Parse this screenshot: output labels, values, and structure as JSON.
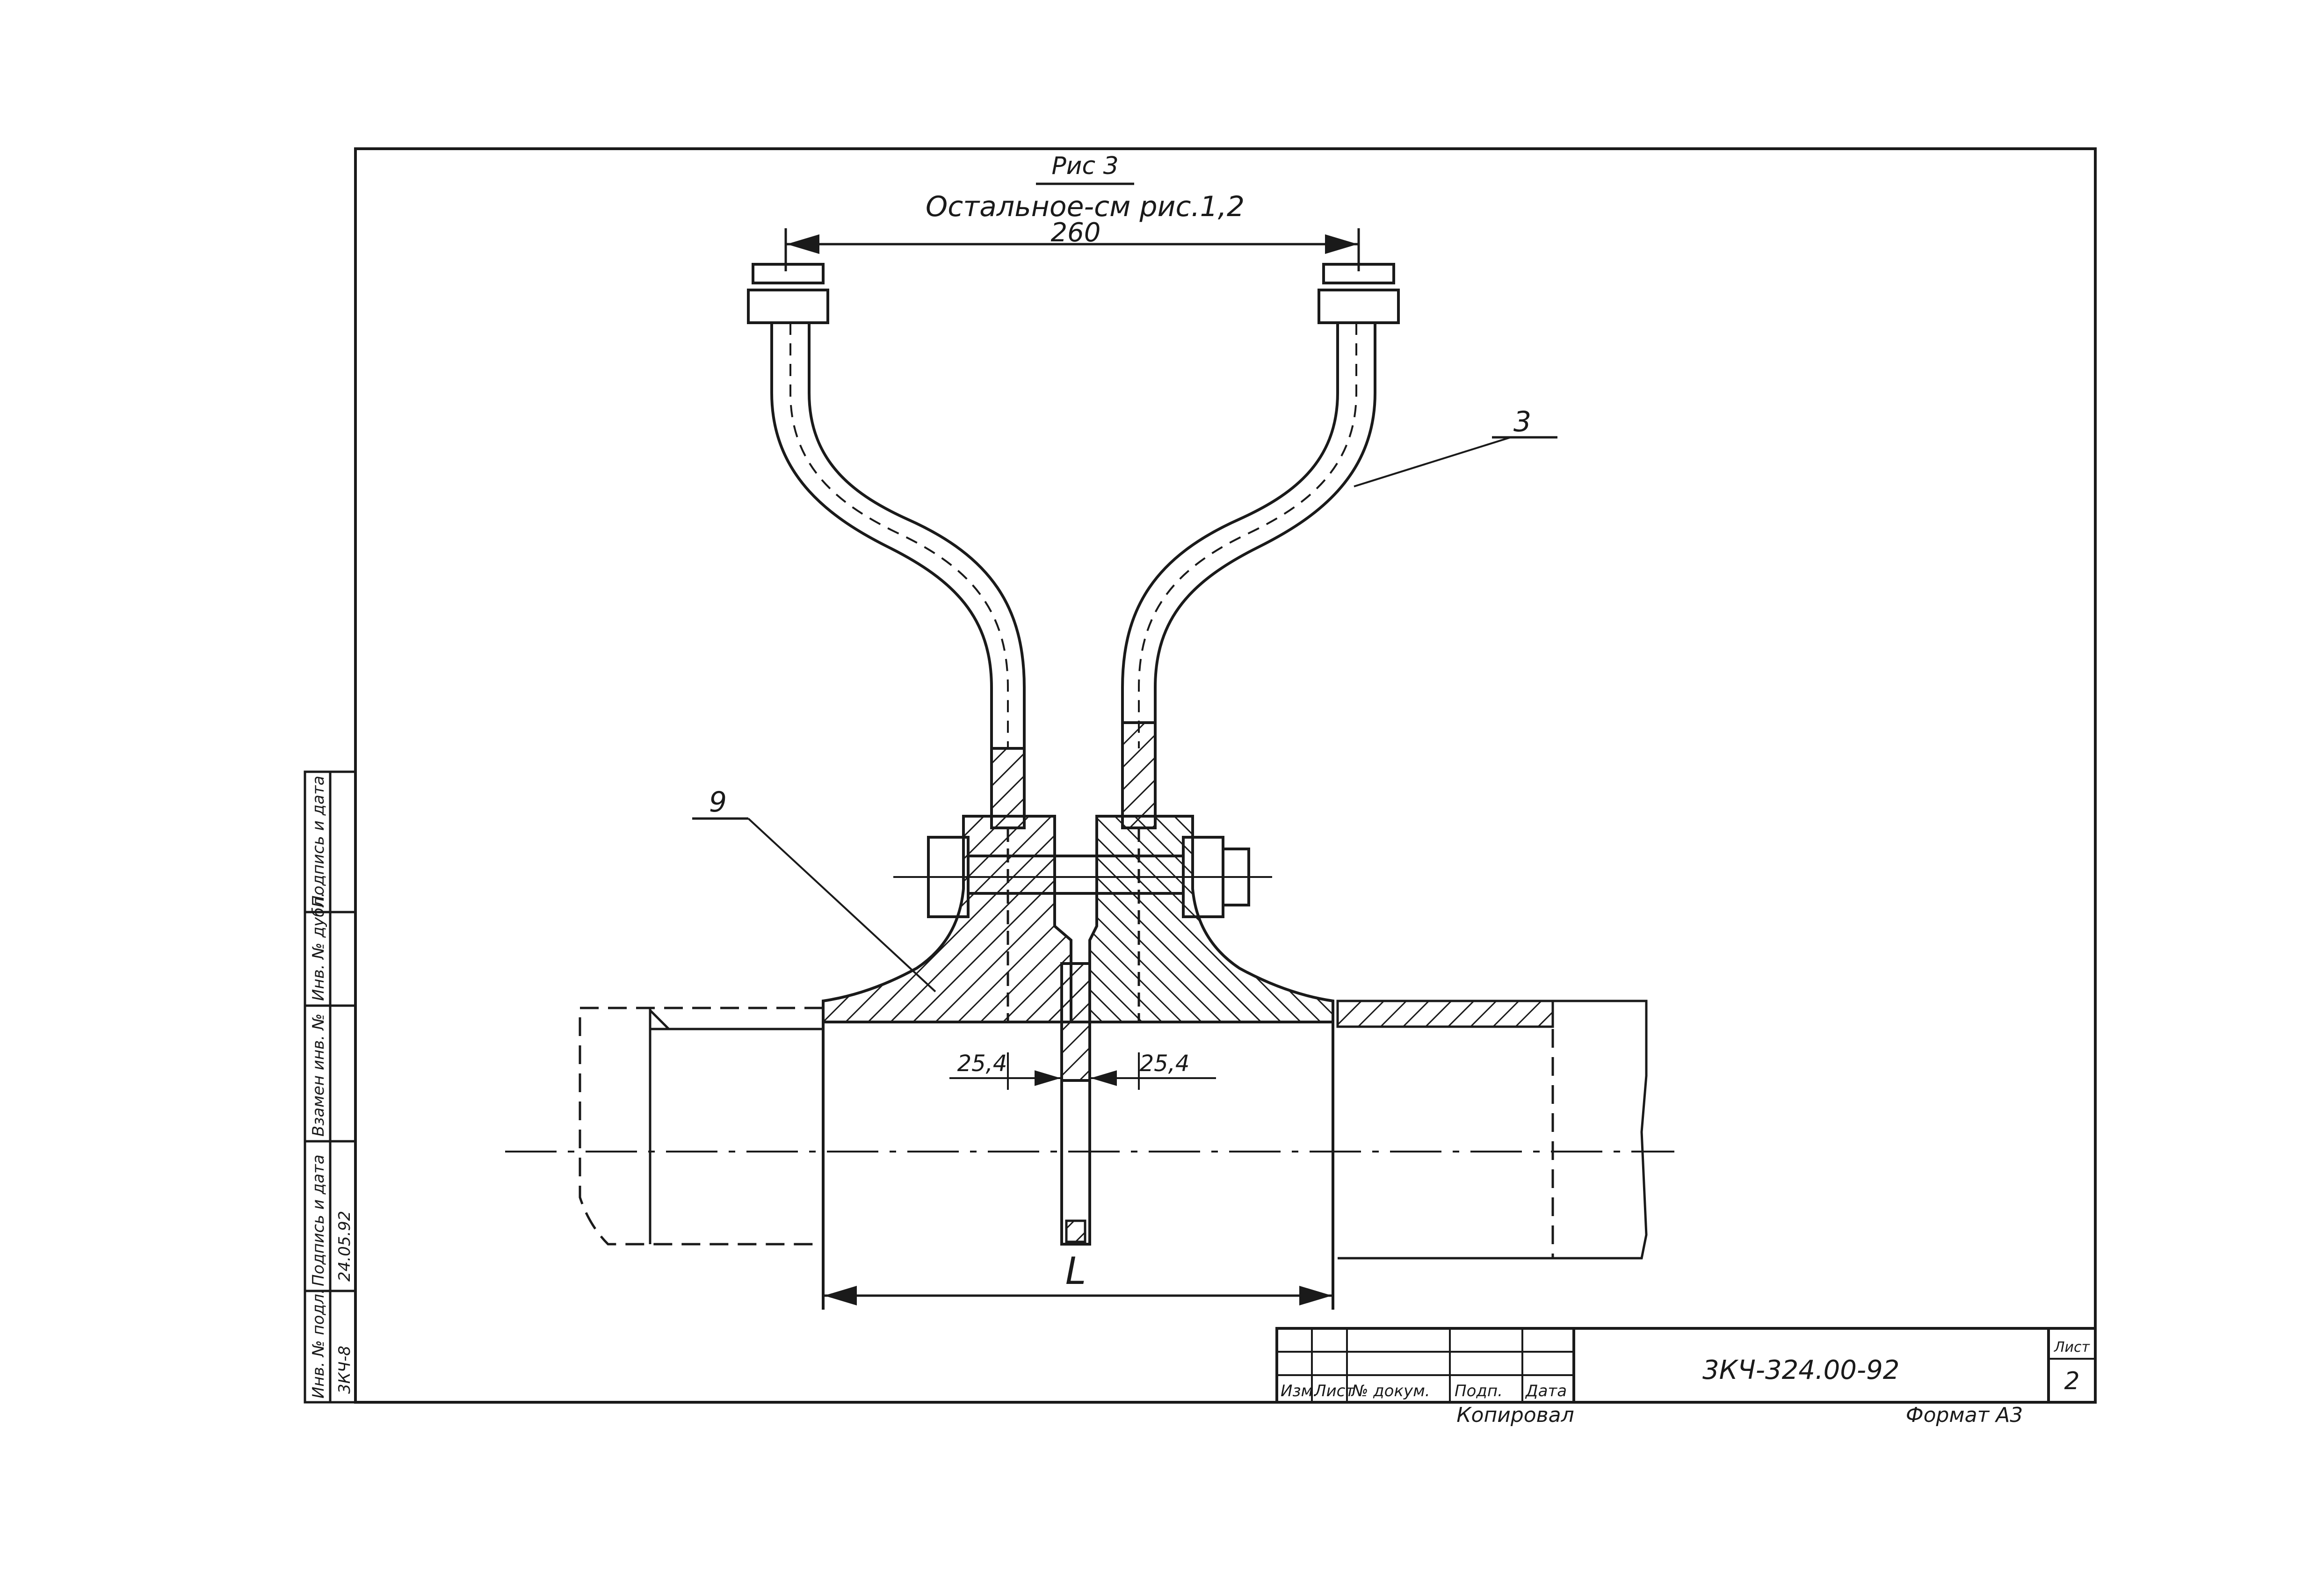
{
  "figure": {
    "caption": "Рис 3",
    "note": "Остальное-см рис.1,2"
  },
  "dimensions": {
    "top_width": "260",
    "gap_left": "25,4",
    "gap_right": "25,4",
    "length": "L"
  },
  "callouts": {
    "pipe": "3",
    "fitting": "9"
  },
  "side_stamp": {
    "headers": [
      "Инв. № подл.",
      "Подпись и дата",
      "Взамен инв. №",
      "Инв. № дубл.",
      "Подпись и дата"
    ],
    "values": [
      "3КЧ-8",
      "24.05.92",
      "",
      "",
      ""
    ]
  },
  "title_block": {
    "columns": [
      "Изм.",
      "Лист",
      "№ докум.",
      "Подп.",
      "Дата"
    ],
    "doc_number": "3КЧ-324.00-92",
    "sheet_label": "Лист",
    "sheet_number": "2"
  },
  "footer": {
    "copied": "Копировал",
    "format": "Формат А3"
  },
  "colors": {
    "ink": "#1a1a1a",
    "paper": "#ffffff"
  }
}
